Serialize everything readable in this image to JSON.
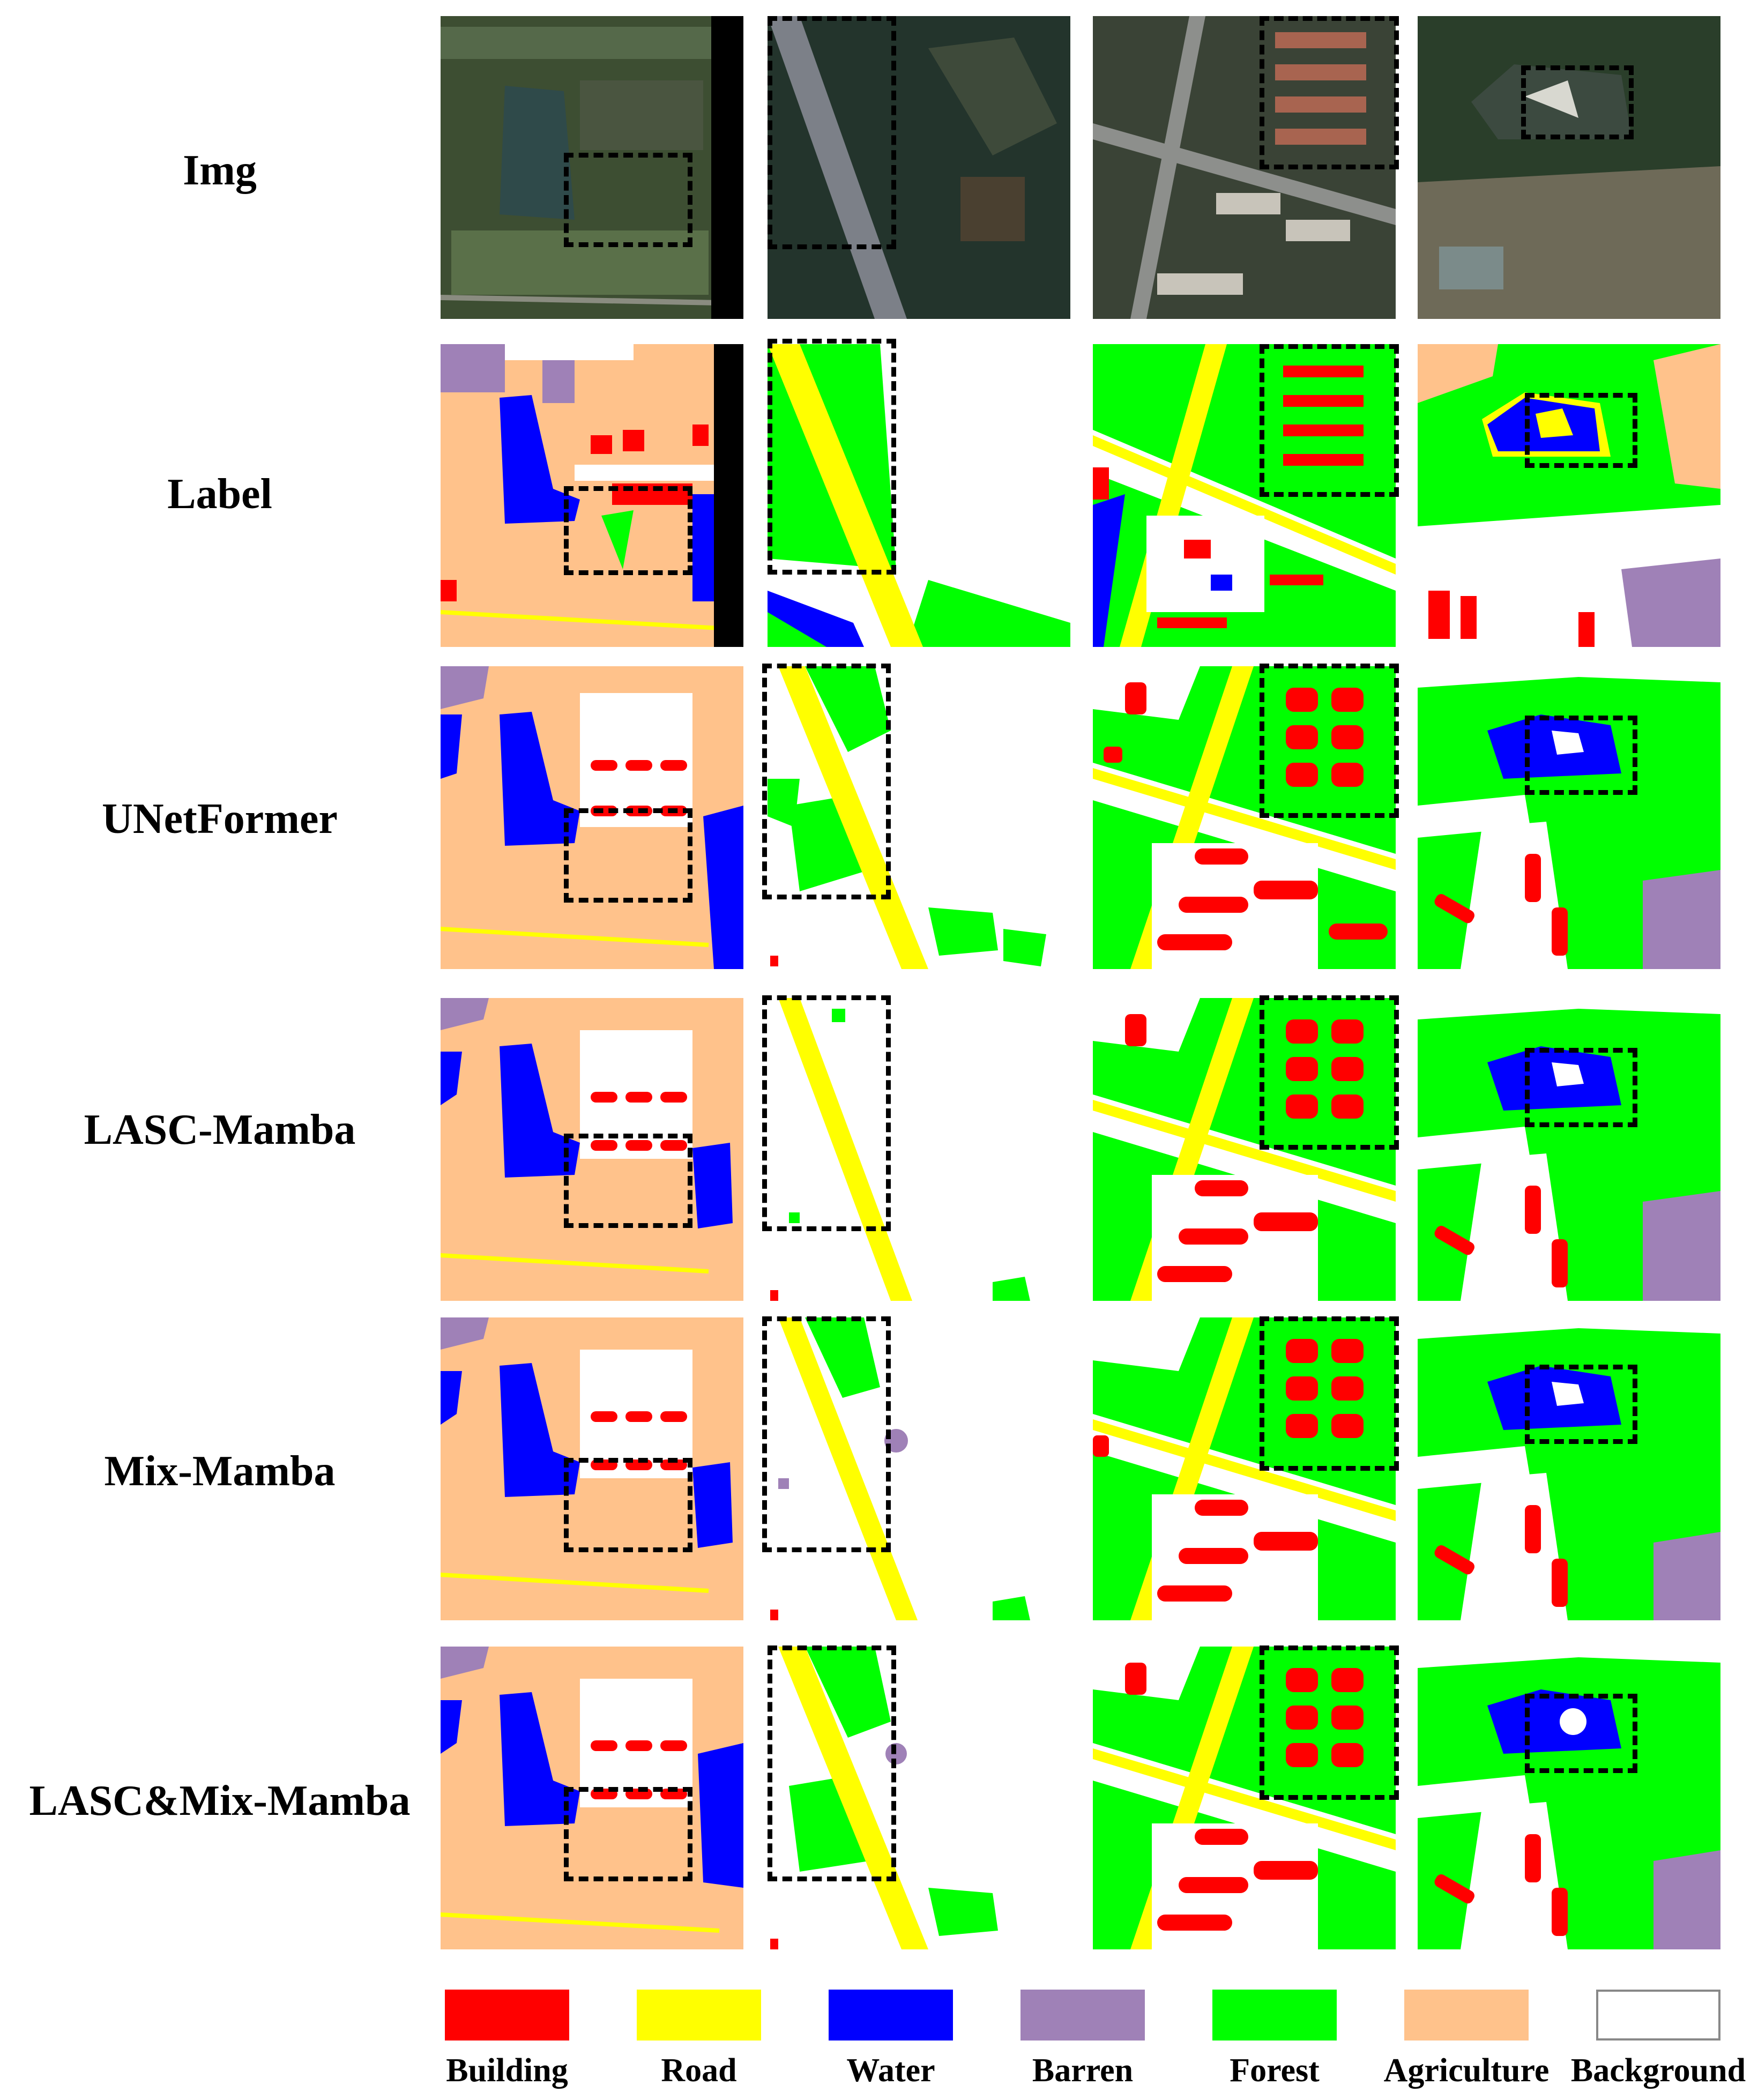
{
  "rows": [
    {
      "label": "Img"
    },
    {
      "label": "Label"
    },
    {
      "label": "UNetFormer"
    },
    {
      "label": "LASC-Mamba"
    },
    {
      "label": "Mix-Mamba"
    },
    {
      "label": "LASC&Mix-Mamba"
    }
  ],
  "legend": [
    {
      "label": "Building",
      "color": "#FF0000"
    },
    {
      "label": "Road",
      "color": "#FFFF00"
    },
    {
      "label": "Water",
      "color": "#0000FF"
    },
    {
      "label": "Barren",
      "color": "#9F81B7"
    },
    {
      "label": "Forest",
      "color": "#00FF00"
    },
    {
      "label": "Agriculture",
      "color": "#FFC28B"
    },
    {
      "label": "Background",
      "color": "#FFFFFF"
    }
  ]
}
